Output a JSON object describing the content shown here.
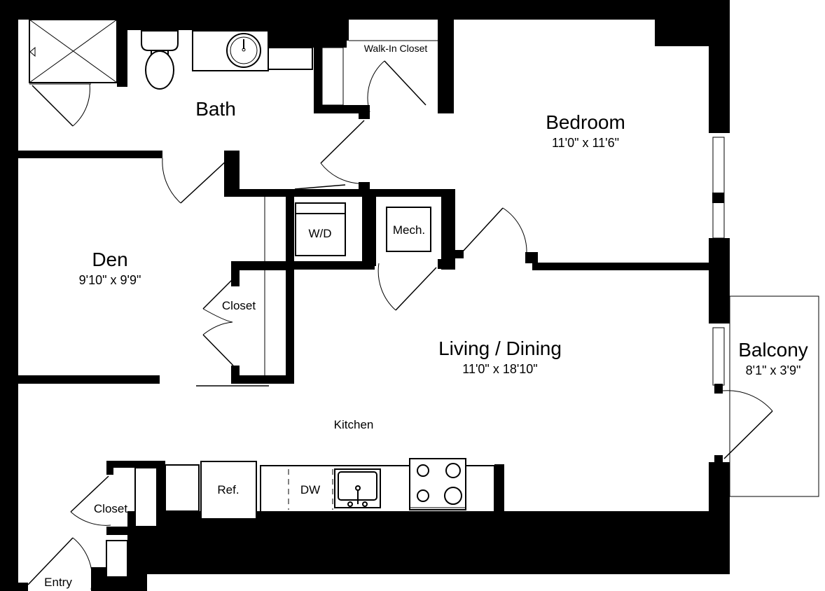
{
  "floorplan": {
    "rooms": {
      "bath": {
        "name": "Bath"
      },
      "walk_in_closet": {
        "name": "Walk-In Closet"
      },
      "bedroom": {
        "name": "Bedroom",
        "dimensions": "11'0\" x 11'6\""
      },
      "den": {
        "name": "Den",
        "dimensions": "9'10\" x 9'9\""
      },
      "wd": {
        "name": "W/D"
      },
      "mech": {
        "name": "Mech."
      },
      "den_closet": {
        "name": "Closet"
      },
      "living_dining": {
        "name": "Living / Dining",
        "dimensions": "11'0\" x 18'10\""
      },
      "balcony": {
        "name": "Balcony",
        "dimensions": "8'1\" x 3'9\""
      },
      "kitchen": {
        "name": "Kitchen"
      },
      "entry_closet": {
        "name": "Closet"
      },
      "entry": {
        "name": "Entry"
      }
    },
    "appliances": {
      "refrigerator": "Ref.",
      "dishwasher": "DW"
    },
    "colors": {
      "wall": "#000000",
      "background": "#ffffff"
    }
  }
}
